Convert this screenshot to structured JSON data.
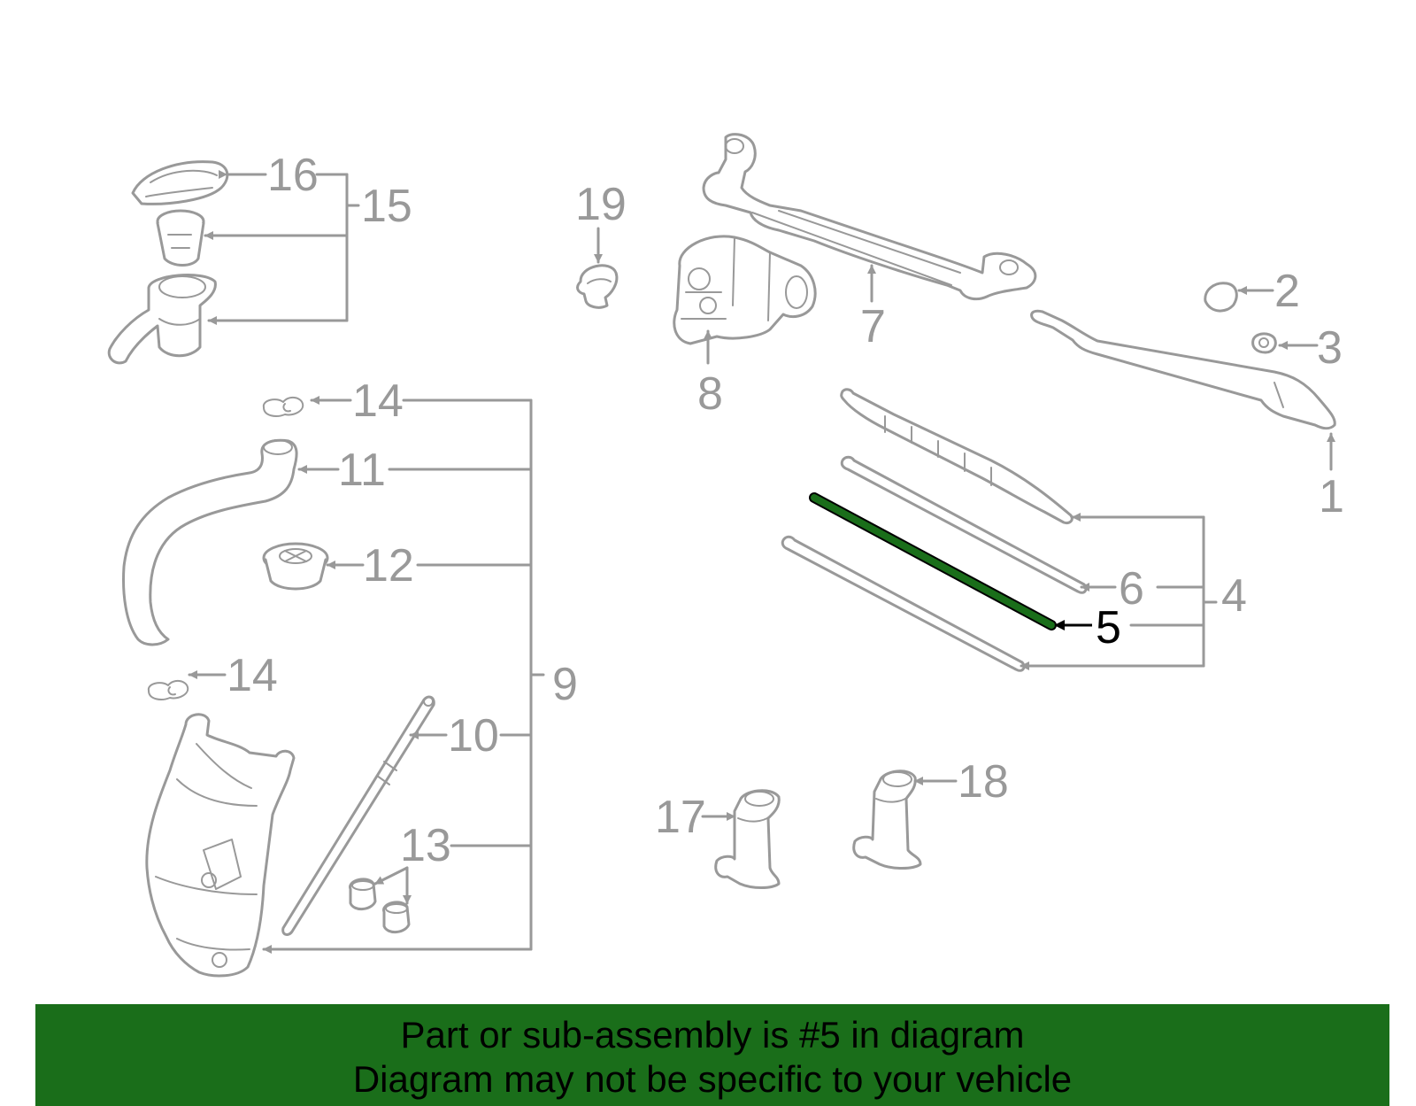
{
  "footer": {
    "line1": "Part or sub-assembly is #5 in diagram",
    "line2": "Diagram may not be specific to your vehicle"
  },
  "highlight_color": "#1a6e1a",
  "callouts": {
    "c1": "1",
    "c2": "2",
    "c3": "3",
    "c4": "4",
    "c5": "5",
    "c6": "6",
    "c7": "7",
    "c8": "8",
    "c9": "9",
    "c10": "10",
    "c11": "11",
    "c12": "12",
    "c13": "13",
    "c14a": "14",
    "c14b": "14",
    "c15": "15",
    "c16": "16",
    "c17": "17",
    "c18": "18",
    "c19": "19"
  },
  "highlighted_part": "5"
}
